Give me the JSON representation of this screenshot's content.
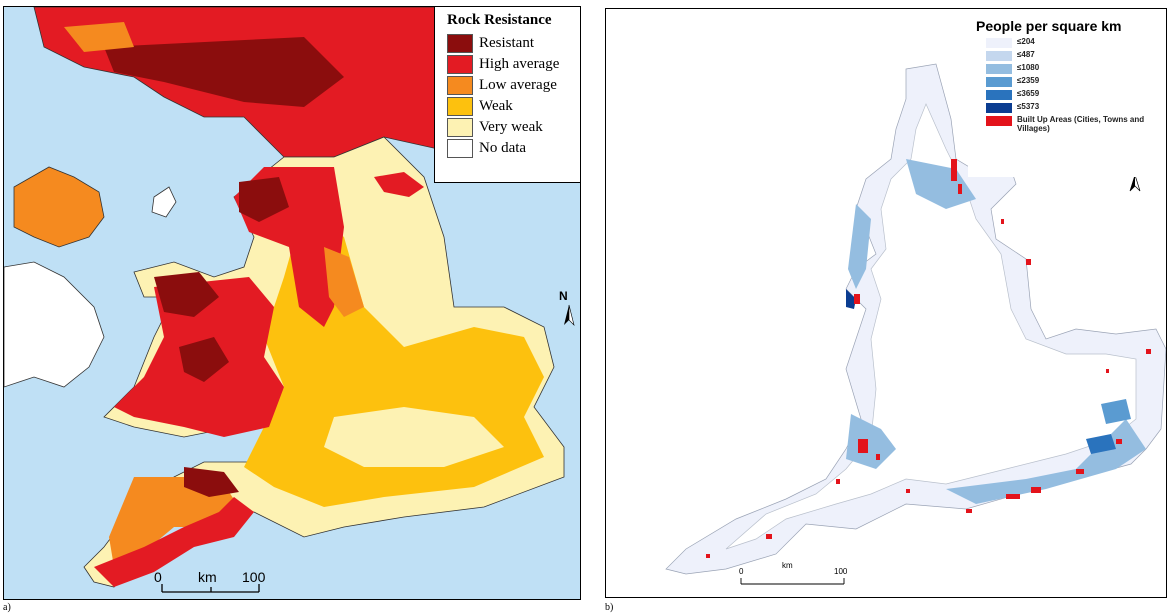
{
  "panel_a": {
    "label": "a)",
    "legend": {
      "title": "Rock Resistance",
      "items": [
        {
          "label": "Resistant",
          "color": "#8b0d0d"
        },
        {
          "label": "High average",
          "color": "#e31b23"
        },
        {
          "label": "Low average",
          "color": "#f58a1f"
        },
        {
          "label": "Weak",
          "color": "#fdc10e"
        },
        {
          "label": "Very weak",
          "color": "#fdf2b3"
        },
        {
          "label": "No data",
          "color": "#ffffff"
        }
      ]
    },
    "north_label": "N",
    "scale": {
      "start": "0",
      "unit": "km",
      "end": "100"
    },
    "sea_color": "#bfe0f5"
  },
  "panel_b": {
    "label": "b)",
    "legend": {
      "title": "People per square km",
      "items": [
        {
          "label": "≤204",
          "color": "#eef1fb"
        },
        {
          "label": "≤487",
          "color": "#c4d7ee"
        },
        {
          "label": "≤1080",
          "color": "#94bde0"
        },
        {
          "label": "≤2359",
          "color": "#5a9bd1"
        },
        {
          "label": "≤3659",
          "color": "#2a73bd"
        },
        {
          "label": "≤5373",
          "color": "#0b3d91"
        },
        {
          "label": "Built Up Areas (Cities, Towns and Villages)",
          "color": "#e3131b"
        }
      ]
    },
    "north_label": "N",
    "scale": {
      "start": "0",
      "unit": "km",
      "end": "100"
    }
  }
}
